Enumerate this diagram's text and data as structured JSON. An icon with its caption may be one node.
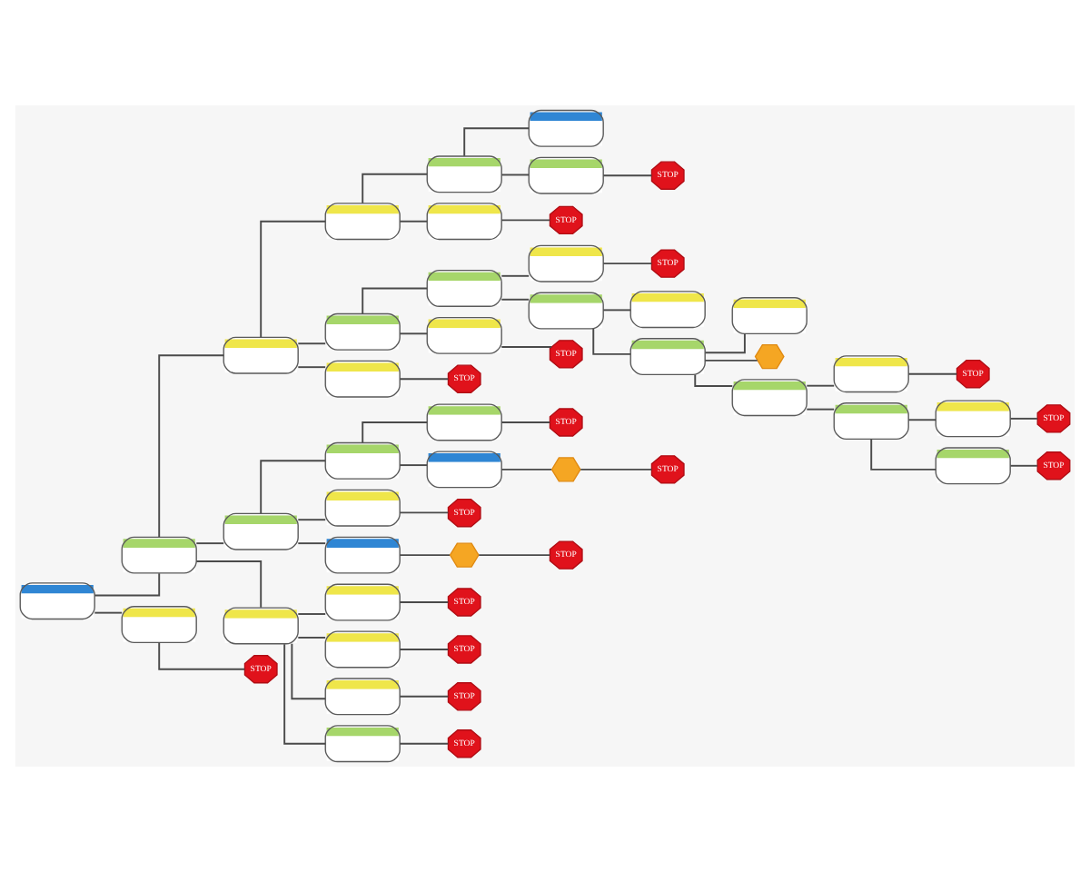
{
  "diagram": {
    "nodes": [
      {
        "text": [],
        "shape": "box"
      },
      {
        "text": [],
        "shape": "box"
      },
      {
        "text": [],
        "shape": "box"
      },
      {
        "text": [],
        "shape": "box"
      },
      {
        "text": [],
        "shape": "box"
      },
      {
        "text": [],
        "shape": "box"
      },
      {
        "text": [],
        "shape": "box"
      },
      {
        "text": [
          "STOP"
        ]
      },
      {
        "text": [],
        "shape": "box"
      },
      {
        "text": [
          "STOP"
        ]
      },
      {
        "text": [],
        "shape": "box"
      },
      {
        "text": [],
        "shape": "box"
      },
      {
        "text": [],
        "shape": "box"
      },
      {
        "text": [
          "STOP"
        ]
      },
      {
        "text": [],
        "shape": "box"
      },
      {
        "text": [],
        "shape": "box"
      },
      {
        "text": [],
        "shape": "box"
      },
      {
        "text": [],
        "shape": "box"
      },
      {
        "text": [],
        "shape": "hexagon"
      },
      {
        "text": [],
        "shape": "box"
      },
      {
        "text": [],
        "shape": "box"
      },
      {
        "text": [
          "STOP"
        ]
      },
      {
        "text": [],
        "shape": "box"
      },
      {
        "text": [],
        "shape": "box"
      },
      {
        "text": [
          "STOP"
        ]
      },
      {
        "text": [],
        "shape": "box"
      },
      {
        "text": [
          "STOP"
        ]
      },
      {
        "text": [],
        "shape": "box"
      },
      {
        "text": [
          "STOP"
        ]
      },
      {
        "text": [],
        "shape": "box"
      },
      {
        "text": [
          "STOP"
        ]
      },
      {
        "text": [],
        "shape": "box"
      },
      {
        "text": [],
        "shape": "box"
      },
      {
        "text": [],
        "shape": "box"
      },
      {
        "text": [
          "STOP"
        ]
      },
      {
        "text": [],
        "shape": "box"
      },
      {
        "text": [],
        "shape": "hexagon"
      },
      {
        "text": [
          "STOP"
        ]
      },
      {
        "text": [],
        "shape": "box"
      },
      {
        "text": [
          "STOP"
        ]
      },
      {
        "text": [],
        "shape": "box"
      },
      {
        "text": [],
        "shape": "hexagon"
      },
      {
        "text": [
          "STOP"
        ]
      },
      {
        "text": [],
        "shape": "box"
      },
      {
        "text": [],
        "shape": "box"
      },
      {
        "text": [
          "STOP"
        ]
      },
      {
        "text": [],
        "shape": "box"
      },
      {
        "text": [
          "STOP"
        ]
      },
      {
        "text": [],
        "shape": "box"
      },
      {
        "text": [
          "STOP"
        ]
      },
      {
        "text": [],
        "shape": "box"
      },
      {
        "text": [
          "STOP"
        ]
      },
      {
        "text": [],
        "shape": "box"
      },
      {
        "text": [
          "STOP"
        ]
      }
    ],
    "edges": [
      {
        "from": 0,
        "to": 1,
        "arrow": "none"
      },
      {
        "from": 1,
        "to": 2,
        "arrow": "none"
      },
      {
        "from": 2,
        "to": 3,
        "arrow": "none"
      },
      {
        "from": 3,
        "to": 4,
        "arrow": "none"
      },
      {
        "from": 4,
        "to": 5,
        "arrow": "none"
      },
      {
        "from": 4,
        "to": 6,
        "arrow": "none"
      },
      {
        "from": 6,
        "to": 7,
        "arrow": "none"
      },
      {
        "from": 3,
        "to": 8,
        "arrow": "none"
      },
      {
        "from": 8,
        "to": 9,
        "arrow": "none"
      },
      {
        "from": 2,
        "to": 10,
        "arrow": "none"
      },
      {
        "from": 10,
        "to": 11,
        "arrow": "none"
      },
      {
        "from": 11,
        "to": 12,
        "arrow": "none"
      },
      {
        "from": 12,
        "to": 13,
        "arrow": "none"
      },
      {
        "from": 11,
        "to": 14,
        "arrow": "none"
      },
      {
        "from": 14,
        "to": 15,
        "arrow": "none"
      },
      {
        "from": 14,
        "to": 16,
        "arrow": "none"
      },
      {
        "from": 16,
        "to": 17,
        "arrow": "none"
      },
      {
        "from": 16,
        "to": 18,
        "arrow": "none"
      },
      {
        "from": 16,
        "to": 19,
        "arrow": "none"
      },
      {
        "from": 19,
        "to": 20,
        "arrow": "none"
      },
      {
        "from": 20,
        "to": 21,
        "arrow": "none"
      },
      {
        "from": 19,
        "to": 22,
        "arrow": "none"
      },
      {
        "from": 22,
        "to": 23,
        "arrow": "none"
      },
      {
        "from": 23,
        "to": 24,
        "arrow": "none"
      },
      {
        "from": 22,
        "to": 25,
        "arrow": "none"
      },
      {
        "from": 25,
        "to": 26,
        "arrow": "none"
      },
      {
        "from": 10,
        "to": 27,
        "arrow": "none"
      },
      {
        "from": 27,
        "to": 28,
        "arrow": "none"
      },
      {
        "from": 2,
        "to": 29,
        "arrow": "none"
      },
      {
        "from": 29,
        "to": 30,
        "arrow": "none"
      },
      {
        "from": 1,
        "to": 31,
        "arrow": "none"
      },
      {
        "from": 31,
        "to": 32,
        "arrow": "none"
      },
      {
        "from": 32,
        "to": 33,
        "arrow": "none"
      },
      {
        "from": 33,
        "to": 34,
        "arrow": "none"
      },
      {
        "from": 32,
        "to": 35,
        "arrow": "none"
      },
      {
        "from": 35,
        "to": 36,
        "arrow": "none"
      },
      {
        "from": 36,
        "to": 37,
        "arrow": "none"
      },
      {
        "from": 31,
        "to": 38,
        "arrow": "none"
      },
      {
        "from": 38,
        "to": 39,
        "arrow": "none"
      },
      {
        "from": 31,
        "to": 40,
        "arrow": "none"
      },
      {
        "from": 40,
        "to": 41,
        "arrow": "none"
      },
      {
        "from": 41,
        "to": 42,
        "arrow": "none"
      },
      {
        "from": 1,
        "to": 43,
        "arrow": "none"
      },
      {
        "from": 43,
        "to": 44,
        "arrow": "none"
      },
      {
        "from": 44,
        "to": 45,
        "arrow": "none"
      },
      {
        "from": 43,
        "to": 46,
        "arrow": "none"
      },
      {
        "from": 46,
        "to": 47,
        "arrow": "none"
      },
      {
        "from": 43,
        "to": 48,
        "arrow": "none"
      },
      {
        "from": 48,
        "to": 49,
        "arrow": "none"
      },
      {
        "from": 43,
        "to": 50,
        "arrow": "none"
      },
      {
        "from": 50,
        "to": 51,
        "arrow": "none"
      },
      {
        "from": 0,
        "to": 52,
        "arrow": "none"
      },
      {
        "from": 52,
        "to": 53,
        "arrow": "none"
      }
    ]
  }
}
